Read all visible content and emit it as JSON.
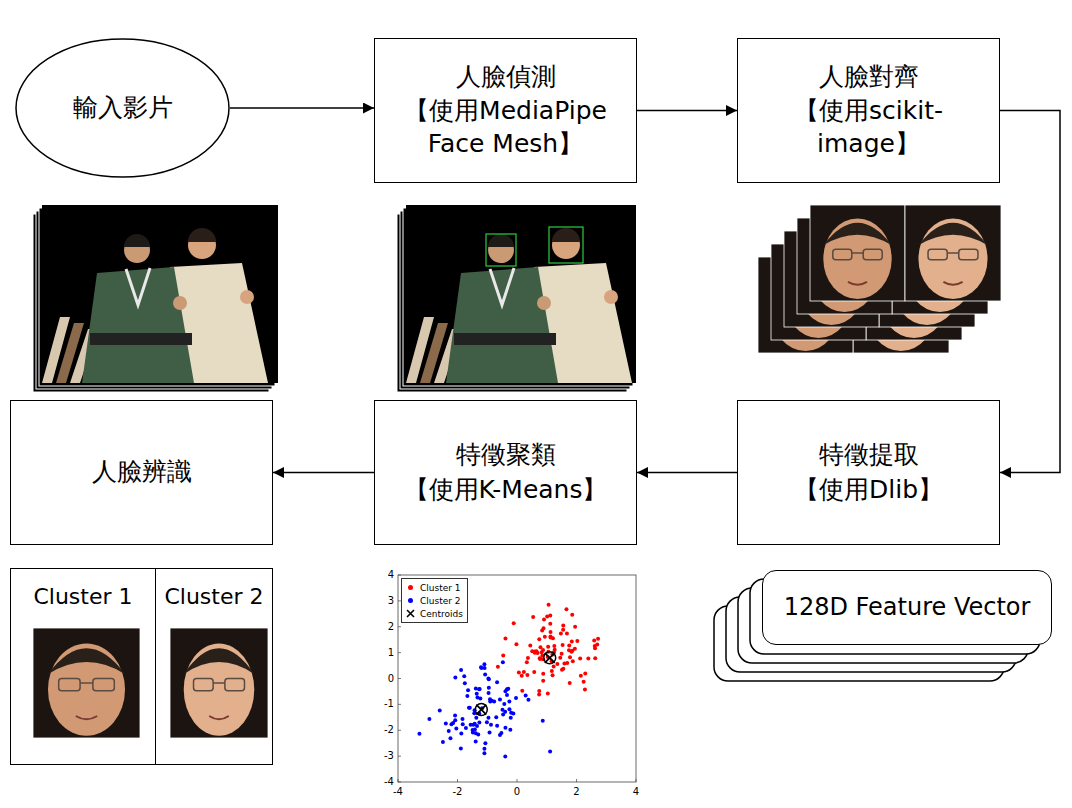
{
  "diagram": {
    "nodes": [
      {
        "text": [
          "輸入影片"
        ]
      },
      {
        "text": [
          "人臉偵測",
          "【使用MediaPipe Face Mesh】"
        ]
      },
      {
        "text": [
          "人臉對齊",
          "【使用scikit-image】"
        ]
      },
      {
        "text": [
          "人臉辨識"
        ]
      },
      {
        "text": [
          "特徵聚類",
          "【使用K-Means】"
        ]
      },
      {
        "text": [
          "特徵提取",
          "【使用Dlib】"
        ]
      },
      {
        "text": [
          "Cluster 1"
        ]
      },
      {
        "text": [
          "Cluster 2"
        ]
      },
      {
        "text": [
          "128D Feature Vector"
        ]
      }
    ],
    "edges": [
      {
        "from": 0,
        "to": 1,
        "arrow": "to"
      },
      {
        "from": 1,
        "to": 2,
        "arrow": "to"
      },
      {
        "from": 2,
        "to": 5,
        "arrow": "to"
      },
      {
        "from": 5,
        "to": 4,
        "arrow": "to"
      },
      {
        "from": 4,
        "to": 3,
        "arrow": "to"
      }
    ],
    "labels": [
      "4",
      "3",
      "2",
      "1",
      "0",
      "-1",
      "-2",
      "-3",
      "-4",
      "-4",
      "-2",
      "0",
      "2",
      "4"
    ],
    "legend": [
      {
        "text": "Cluster 1",
        "color": "#ff0000"
      },
      {
        "text": "Cluster 2",
        "color": "#0000ff"
      },
      {
        "text": "Centroids"
      }
    ]
  }
}
